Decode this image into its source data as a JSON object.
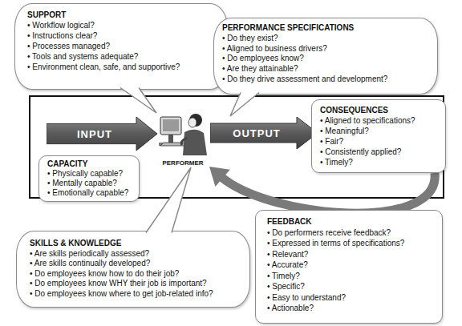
{
  "diagram": {
    "nodes": [
      {
        "text": [
          "SUPPORT",
          "• Workflow logical?",
          "• Instructions clear?",
          "• Processes managed?",
          "• Tools and systems adequate?",
          "• Environment clean, safe, and supportive?"
        ]
      },
      {
        "text": [
          "PERFORMANCE SPECIFICATIONS",
          "• Do they exist?",
          "• Aligned to business drivers?",
          "• Do employees know?",
          "• Are they attainable?",
          "• Do they drive assessment and development?"
        ]
      },
      {
        "text": [
          "INPUT"
        ]
      },
      {
        "text": [
          "PERFORMER"
        ]
      },
      {
        "text": [
          "OUTPUT"
        ]
      },
      {
        "text": [
          "CONSEQUENCES",
          "• Aligned to specifications?",
          "• Meaningful?",
          "• Fair?",
          "• Consistently applied?",
          "• Timely?"
        ]
      },
      {
        "text": [
          "CAPACITY",
          "• Physically capable?",
          "• Mentally capable?",
          "• Emotionally capable?"
        ]
      },
      {
        "text": [
          "SKILLS & KNOWLEDGE",
          "• Are skills periodically assessed?",
          "• Are skills continually developed?",
          "• Do employees know how to do their job?",
          "• Do employees know WHY their job is important?",
          "• Do employees know where to get job-related info?"
        ]
      },
      {
        "text": [
          "FEEDBACK",
          "• Do performers receive feedback?",
          "• Expressed in terms of specifications?",
          "• Relevant?",
          "• Accurate?",
          "• Timely?",
          "• Specific?",
          "• Easy to understand?",
          "• Actionable?"
        ]
      }
    ],
    "edges": [
      {
        "from": 5,
        "to": 3,
        "arrow": "to"
      }
    ]
  }
}
